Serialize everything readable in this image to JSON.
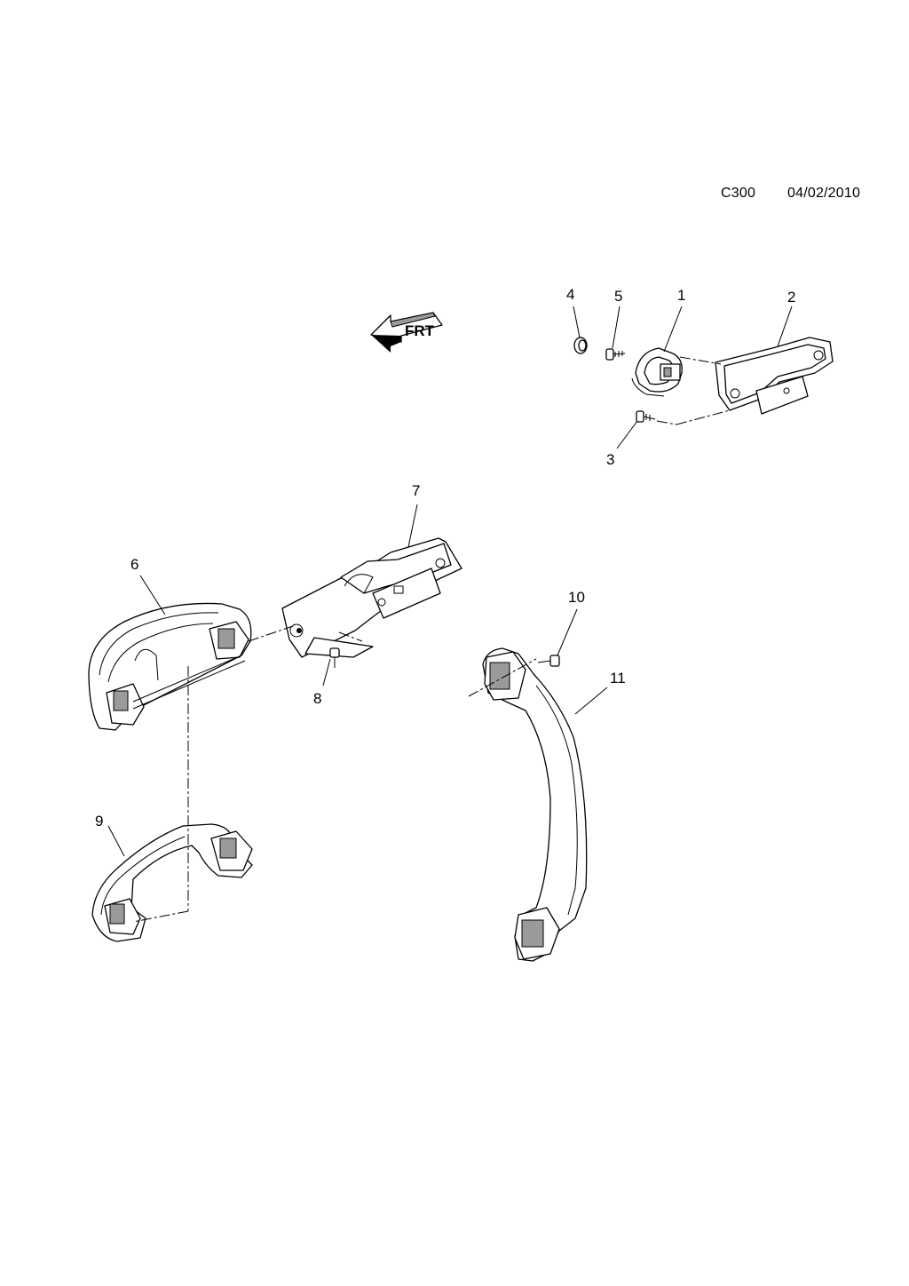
{
  "header": {
    "code": "C300",
    "date": "04/02/2010"
  },
  "direction_arrow": {
    "label": "FRT"
  },
  "callouts": [
    "1",
    "2",
    "3",
    "4",
    "5",
    "6",
    "7",
    "8",
    "9",
    "10",
    "11"
  ]
}
